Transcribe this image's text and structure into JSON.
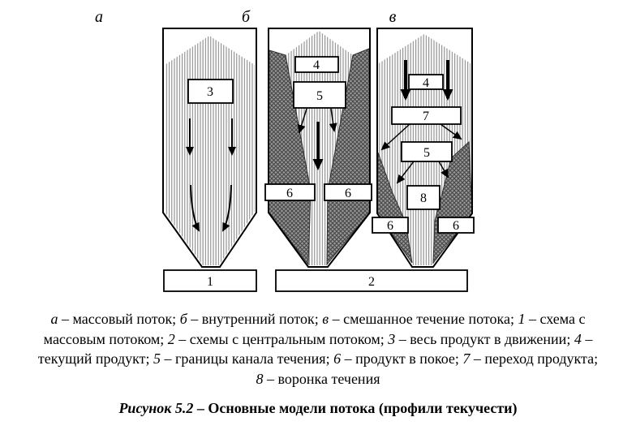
{
  "panels": {
    "a_label": "а",
    "b_label": "б",
    "v_label": "в"
  },
  "boxes": {
    "n1": "1",
    "n2": "2",
    "n3": "3",
    "n4": "4",
    "n5": "5",
    "n6": "6",
    "n7": "7",
    "n8": "8"
  },
  "legend_lines": [
    [
      {
        "i": 1,
        "t": "а"
      },
      {
        "i": 0,
        "t": " – массовый поток; "
      },
      {
        "i": 1,
        "t": "б"
      },
      {
        "i": 0,
        "t": " – внутренний поток; "
      },
      {
        "i": 1,
        "t": "в"
      },
      {
        "i": 0,
        "t": " – смешанное течение потока; "
      },
      {
        "i": 1,
        "t": "1"
      },
      {
        "i": 0,
        "t": " – схема с"
      }
    ],
    [
      {
        "i": 0,
        "t": "массовым потоком; "
      },
      {
        "i": 1,
        "t": "2"
      },
      {
        "i": 0,
        "t": " – схемы с центральным потоком; "
      },
      {
        "i": 1,
        "t": "3"
      },
      {
        "i": 0,
        "t": " – весь продукт в движении; "
      },
      {
        "i": 1,
        "t": "4"
      },
      {
        "i": 0,
        "t": " –"
      }
    ],
    [
      {
        "i": 0,
        "t": "текущий продукт; "
      },
      {
        "i": 1,
        "t": "5"
      },
      {
        "i": 0,
        "t": " – границы канала течения; "
      },
      {
        "i": 1,
        "t": "6"
      },
      {
        "i": 0,
        "t": " – продукт в покое; "
      },
      {
        "i": 1,
        "t": "7"
      },
      {
        "i": 0,
        "t": " – переход продукта;"
      }
    ],
    [
      {
        "i": 1,
        "t": "8"
      },
      {
        "i": 0,
        "t": " – воронка течения"
      }
    ]
  ],
  "caption": {
    "label": "Рисунок 5.2",
    "sep": " – ",
    "title": "Основные модели потока (профили текучести)"
  },
  "colors": {
    "stripe": "#8f8f8f",
    "hatch_base": "#9a9a9a",
    "hatch_line": "#4a4a4a",
    "ink": "#000000"
  }
}
